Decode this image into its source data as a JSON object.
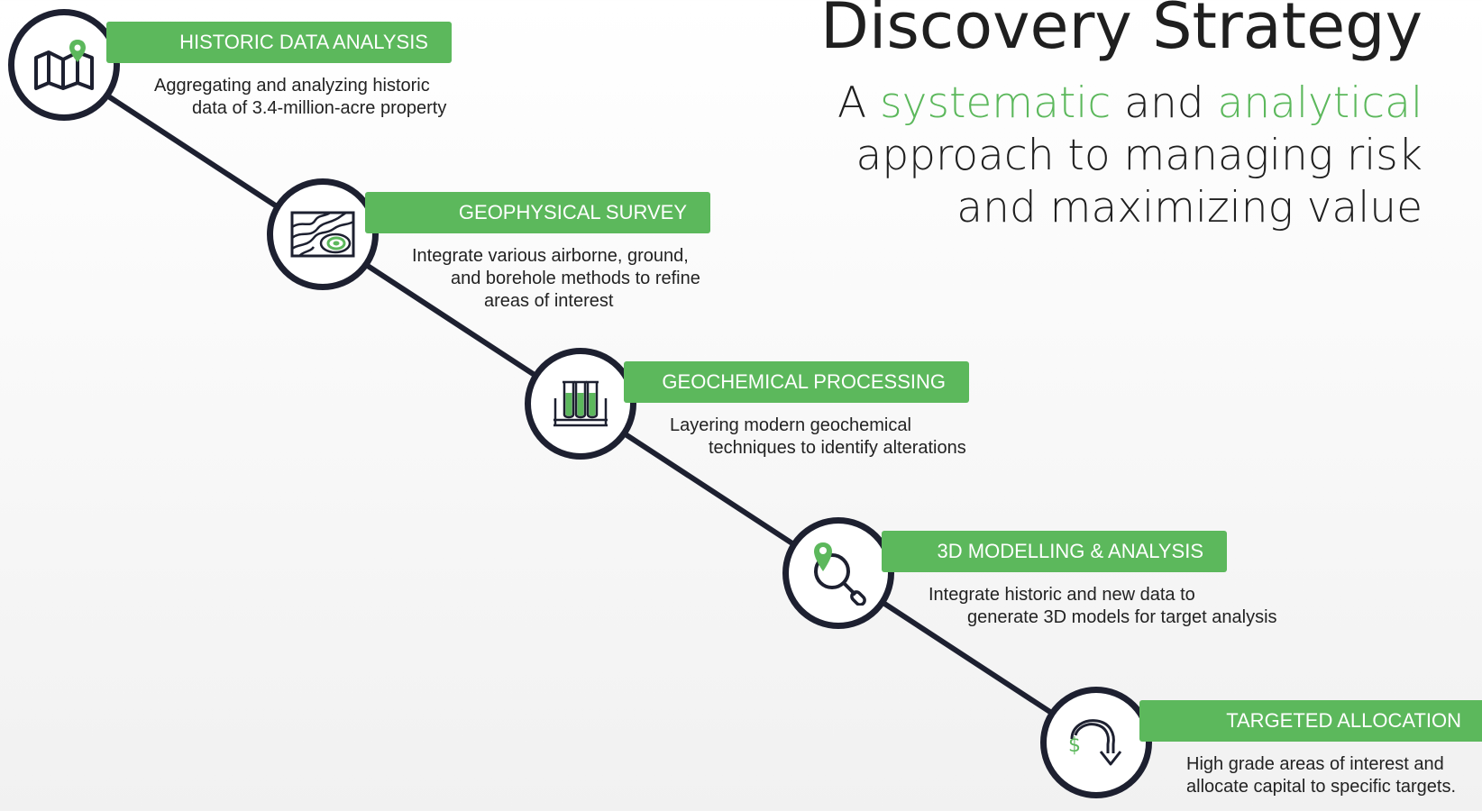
{
  "header": {
    "title": "Discovery Strategy",
    "subtitle": {
      "w1": "A",
      "w2": "systematic",
      "w3": "and",
      "w4": "analytical",
      "line2": "approach to managing risk",
      "line3": "and maximizing value"
    }
  },
  "colors": {
    "accent": "#5cb85c",
    "dark": "#1d2030"
  },
  "steps": [
    {
      "icon": "map-pin-icon",
      "title": "HISTORIC DATA ANALYSIS",
      "desc": [
        "Aggregating and analyzing historic",
        "data of 3.4-million-acre property"
      ]
    },
    {
      "icon": "topographic-map-icon",
      "title": "GEOPHYSICAL SURVEY",
      "desc": [
        "Integrate various airborne, ground,",
        "and borehole methods to refine",
        "areas of interest"
      ]
    },
    {
      "icon": "test-tubes-icon",
      "title": "GEOCHEMICAL PROCESSING",
      "desc": [
        "Layering modern geochemical",
        "techniques to identify alterations"
      ]
    },
    {
      "icon": "magnifier-pin-icon",
      "title": "3D MODELLING & ANALYSIS",
      "desc": [
        "Integrate historic and new data to",
        "generate 3D models for target analysis"
      ]
    },
    {
      "icon": "dollar-return-icon",
      "title": "TARGETED ALLOCATION",
      "desc": [
        "High grade areas of interest and",
        "allocate capital to specific targets."
      ]
    }
  ]
}
